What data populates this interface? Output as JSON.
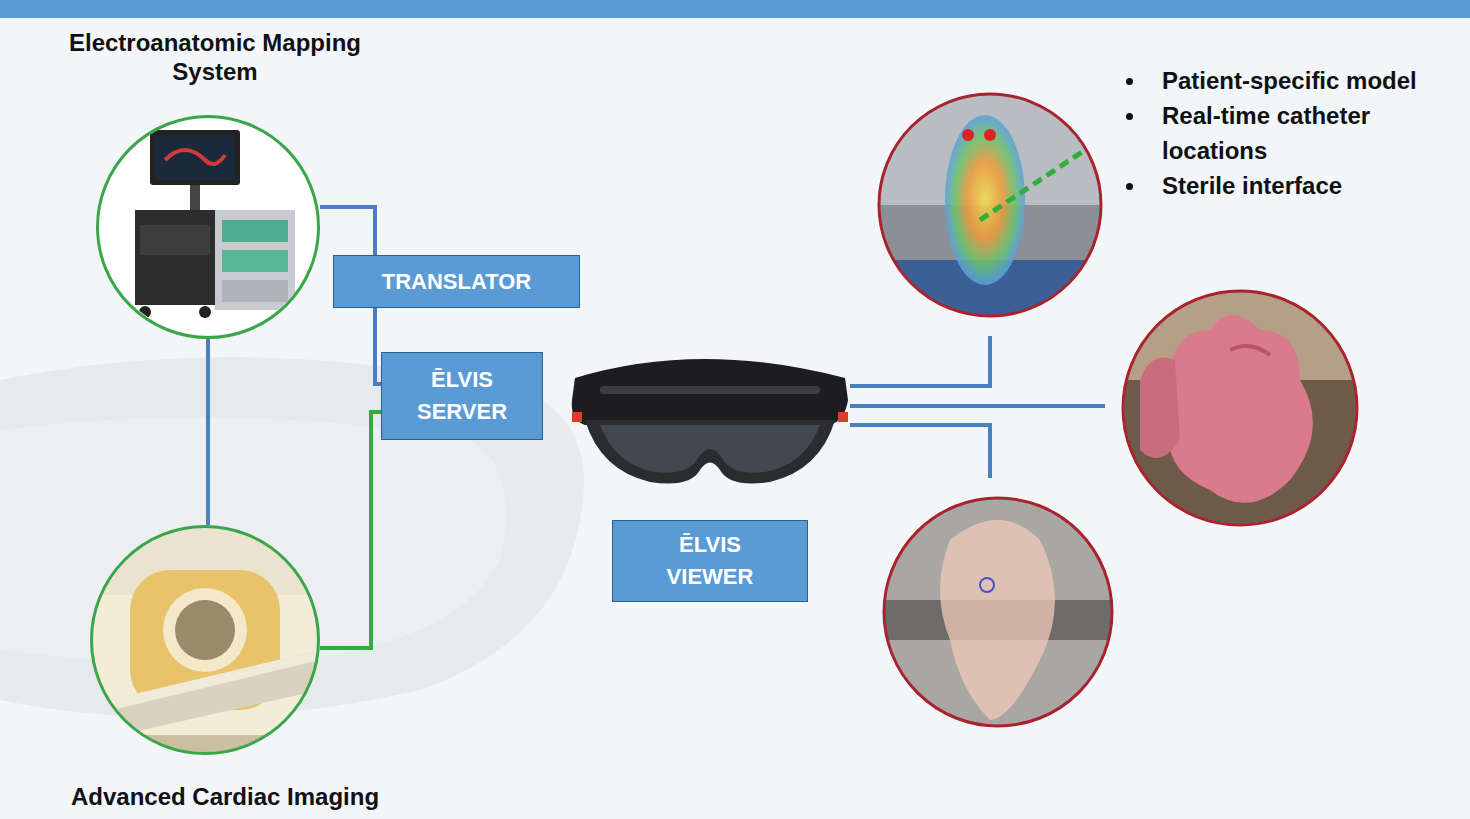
{
  "diagram": {
    "nodes": [
      {
        "text": [
          "Electroanatomic Mapping System"
        ]
      },
      {
        "text": [
          "Advanced Cardiac Imaging"
        ]
      },
      {
        "text": [
          "TRANSLATOR"
        ]
      },
      {
        "text": [
          "ĒLVIS SERVER"
        ]
      },
      {
        "text": [
          "ĒLVIS VIEWER"
        ]
      }
    ],
    "edges": [
      {
        "from": 0,
        "to": 2,
        "arrow": "none"
      },
      {
        "from": 2,
        "to": 3,
        "arrow": "none"
      },
      {
        "from": 0,
        "to": 1,
        "arrow": "none"
      },
      {
        "from": 1,
        "to": 3,
        "arrow": "none"
      }
    ],
    "labels": [
      "Patient-specific model",
      "Real-time catheter locations",
      "Sterile interface"
    ]
  }
}
